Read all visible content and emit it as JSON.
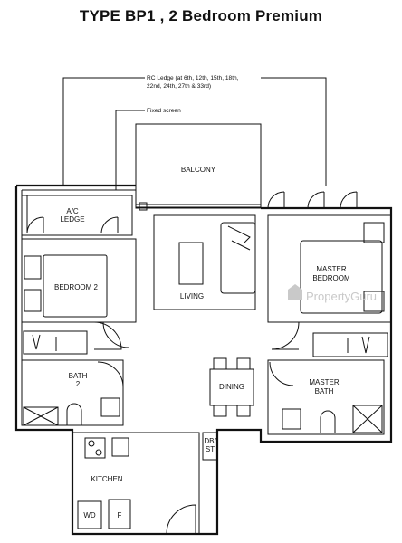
{
  "title": "TYPE BP1 , 2 Bedroom Premium",
  "notes": {
    "rc_ledge_line1": "RC Ledge (at 6th, 12th, 15th, 18th,",
    "rc_ledge_line2": "22nd, 24th, 27th & 33rd)",
    "fixed_screen": "Fixed screen"
  },
  "rooms": {
    "balcony": "BALCONY",
    "ac_ledge_line1": "A/C",
    "ac_ledge_line2": "LEDGE",
    "bedroom2": "BEDROOM 2",
    "living": "LIVING",
    "master_bedroom_line1": "MASTER",
    "master_bedroom_line2": "BEDROOM",
    "bath2_line1": "BATH",
    "bath2_line2": "2",
    "dining": "DINING",
    "master_bath_line1": "MASTER",
    "master_bath_line2": "BATH",
    "dbst_line1": "DB/",
    "dbst_line2": "ST",
    "kitchen": "KITCHEN",
    "wd": "WD",
    "fridge": "F"
  },
  "watermark": "PropertyGuru",
  "colors": {
    "line": "#111111",
    "watermark": "#c9c9c9"
  }
}
